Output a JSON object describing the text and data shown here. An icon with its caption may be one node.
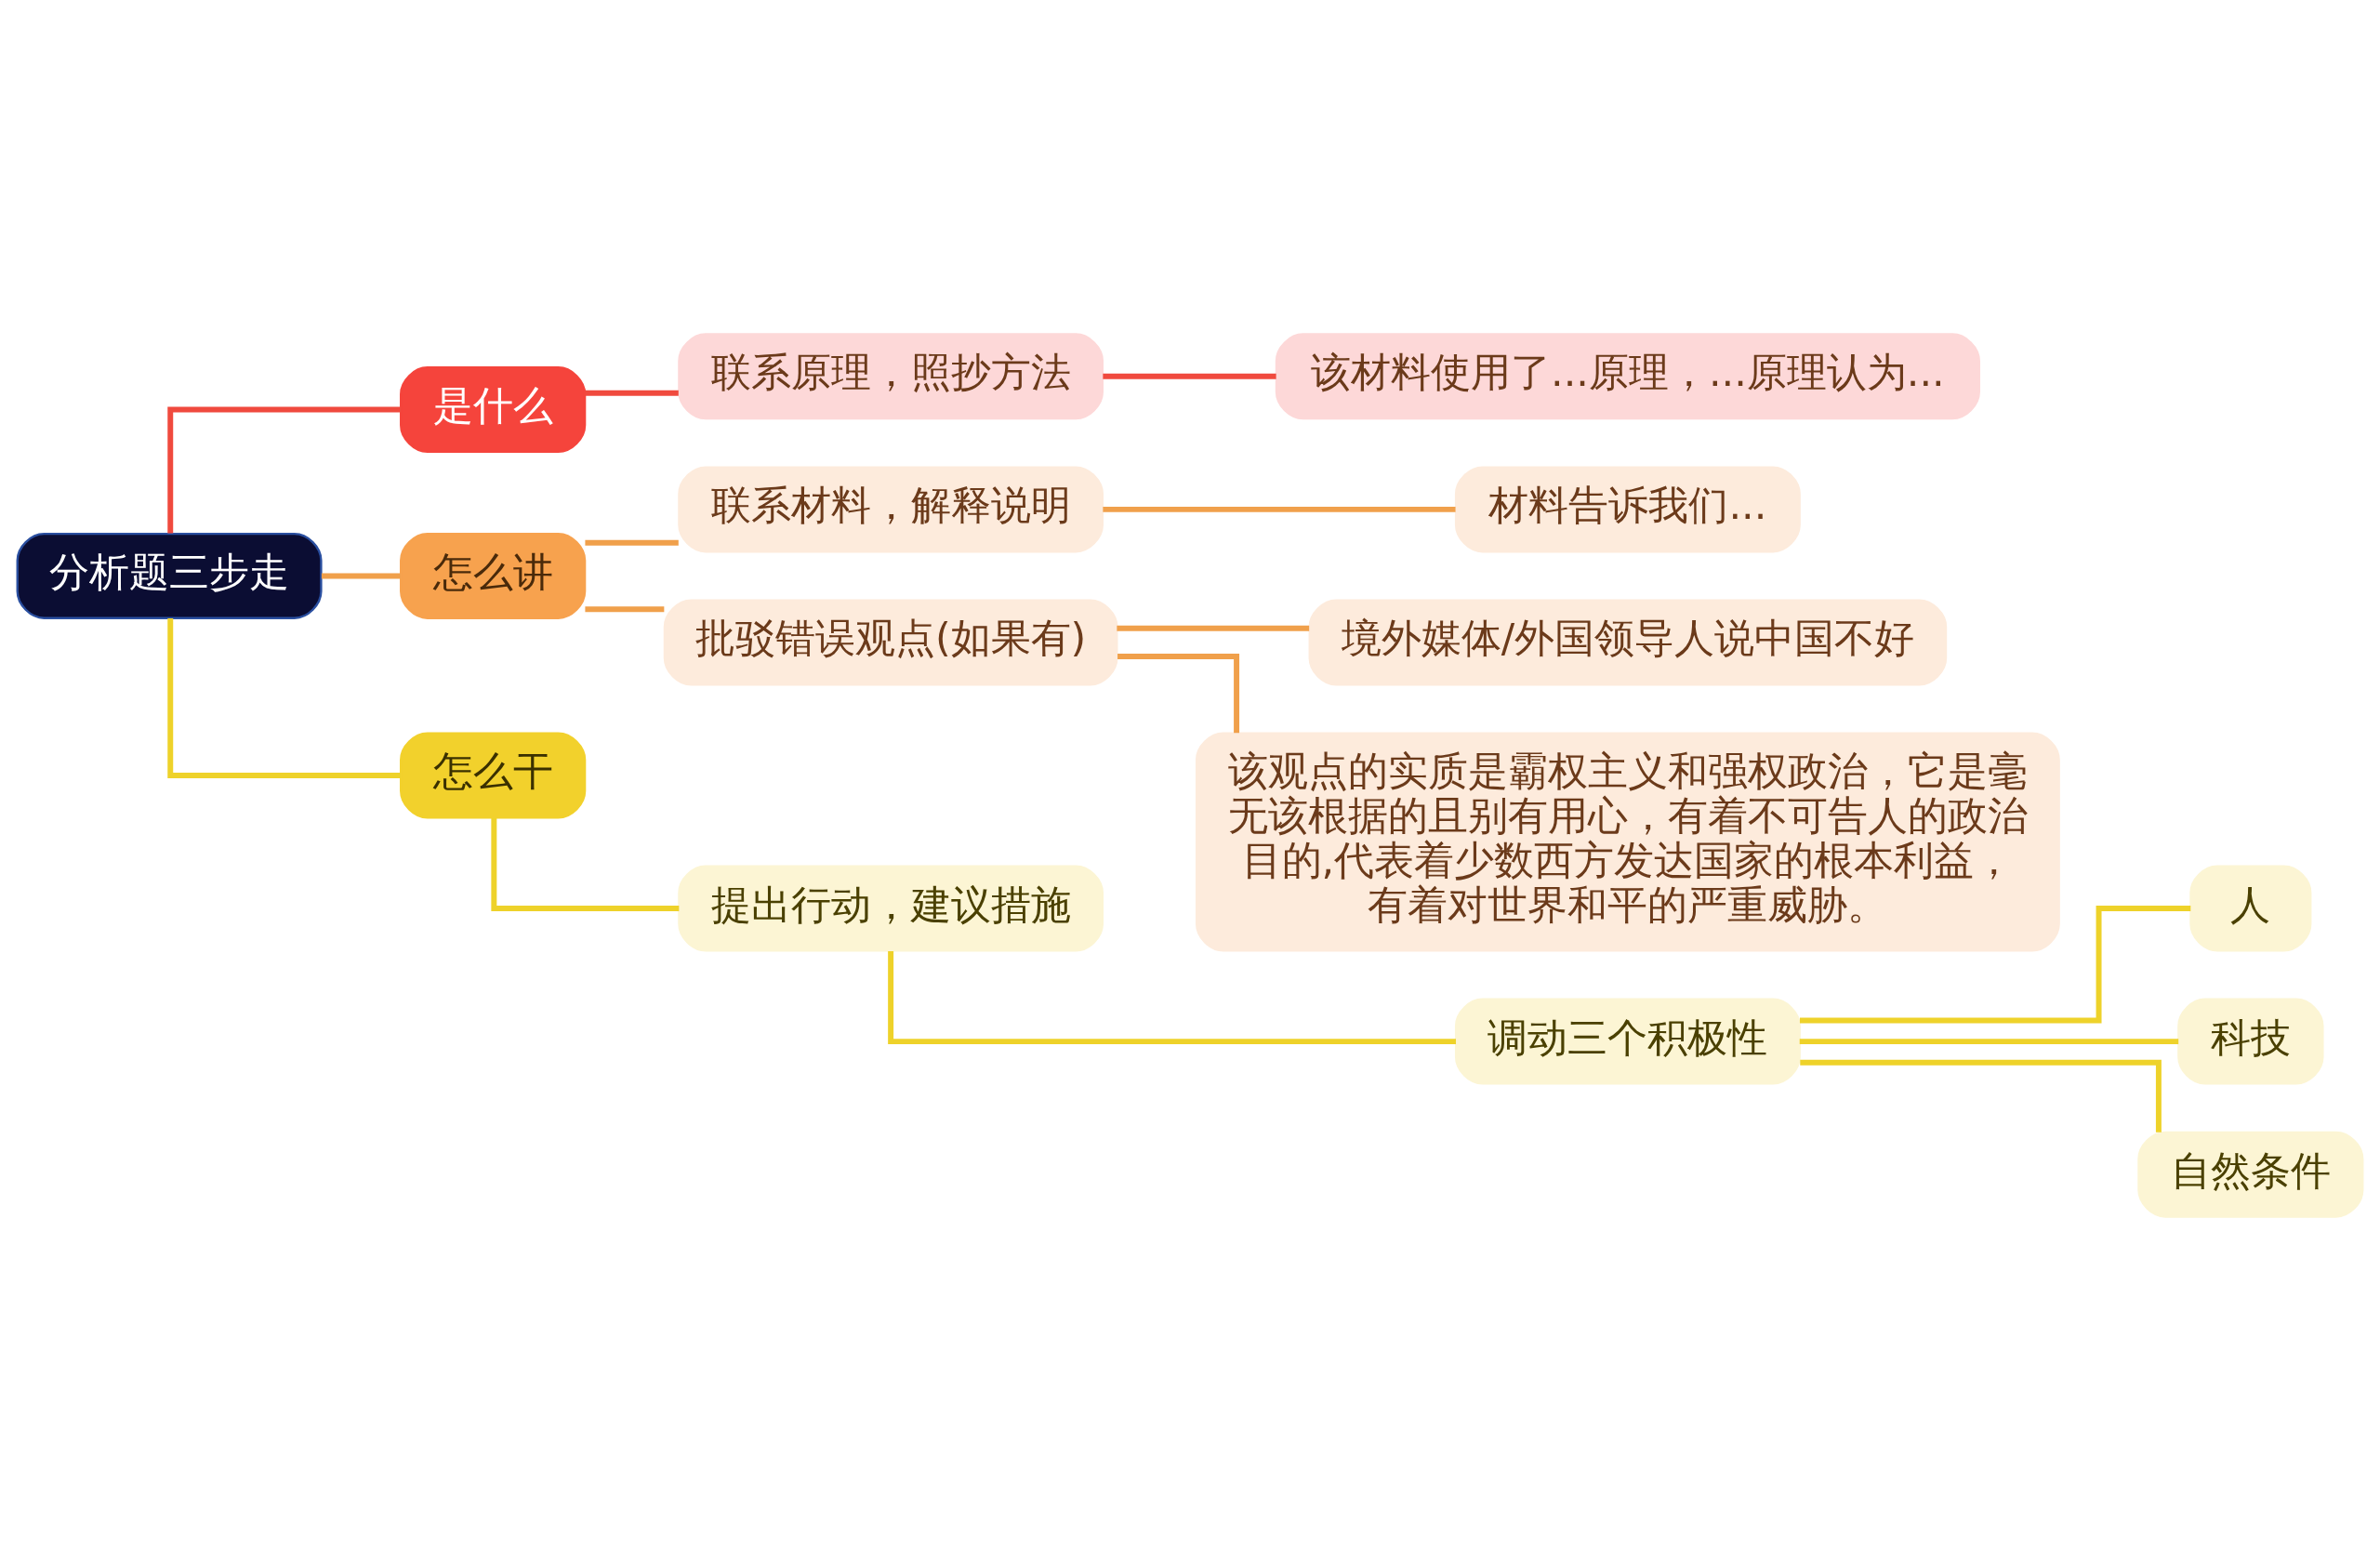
{
  "diagram": {
    "nodes": [
      {
        "text": [
          "分析题三步走"
        ]
      },
      {
        "text": [
          "是什么"
        ]
      },
      {
        "text": [
          "联系原理，照抄方法"
        ]
      },
      {
        "text": [
          "该材料使用了...原理，...原理认为..."
        ]
      },
      {
        "text": [
          "怎么讲"
        ]
      },
      {
        "text": [
          "联系材料，解释说明"
        ]
      },
      {
        "text": [
          "材料告诉我们..."
        ]
      },
      {
        "text": [
          "批驳错误观点(如果有)"
        ]
      },
      {
        "text": [
          "境外媒体/外国领导人说中国不好"
        ]
      },
      {
        "text": [
          "该观点的实质是霸权主义和强权政治，它是毫无该根据的且别有用心，有着不可告人的政治目的,代表着少数西方发达国家的根本利益，有着对世界和平的严重威胁。"
        ]
      },
      {
        "text": [
          "怎么干"
        ]
      },
      {
        "text": [
          "提出行动，建议措施"
        ]
      },
      {
        "text": [
          "调动三个积极性"
        ]
      },
      {
        "text": [
          "人"
        ]
      },
      {
        "text": [
          "科技"
        ]
      },
      {
        "text": [
          "自然条件"
        ]
      }
    ],
    "edges": [
      {
        "from": 0,
        "to": 1,
        "arrow": "none",
        "color": "#f04a3e"
      },
      {
        "from": 1,
        "to": 2,
        "arrow": "none",
        "color": "#f04a3e"
      },
      {
        "from": 2,
        "to": 3,
        "arrow": "none",
        "color": "#f04a3e"
      },
      {
        "from": 0,
        "to": 4,
        "arrow": "none",
        "color": "#f0a04b"
      },
      {
        "from": 4,
        "to": 5,
        "arrow": "none",
        "color": "#f0a04b"
      },
      {
        "from": 5,
        "to": 6,
        "arrow": "none",
        "color": "#f0a04b"
      },
      {
        "from": 4,
        "to": 7,
        "arrow": "none",
        "color": "#f0a04b"
      },
      {
        "from": 7,
        "to": 8,
        "arrow": "none",
        "color": "#f0a04b"
      },
      {
        "from": 7,
        "to": 9,
        "arrow": "none",
        "color": "#f0a04b"
      },
      {
        "from": 0,
        "to": 10,
        "arrow": "none",
        "color": "#eed22a"
      },
      {
        "from": 10,
        "to": 11,
        "arrow": "none",
        "color": "#eed22a"
      },
      {
        "from": 11,
        "to": 12,
        "arrow": "none",
        "color": "#eed22a"
      },
      {
        "from": 12,
        "to": 13,
        "arrow": "none",
        "color": "#eed22a"
      },
      {
        "from": 12,
        "to": 14,
        "arrow": "none",
        "color": "#eed22a"
      },
      {
        "from": 12,
        "to": 15,
        "arrow": "none",
        "color": "#eed22a"
      }
    ]
  }
}
